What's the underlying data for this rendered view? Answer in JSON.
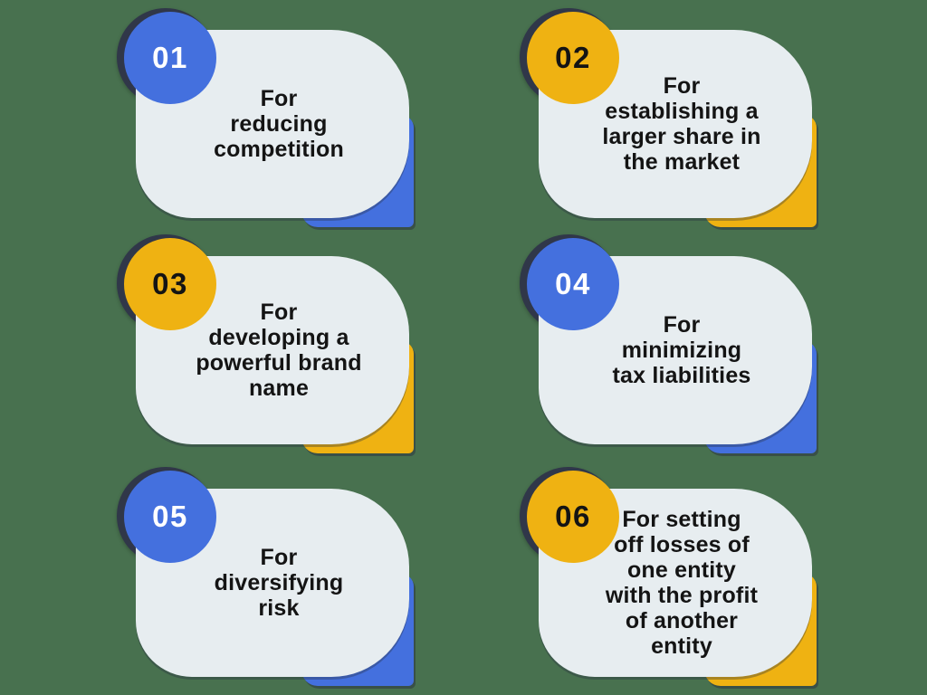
{
  "palette": {
    "background": "#48714F",
    "blue": "#4470DE",
    "yellow": "#EFB212",
    "bubble": "#E7EDF0",
    "dark": "#303749",
    "text": "#141414",
    "number_on_blue": "#FFFFFF",
    "number_on_yellow": "#141414"
  },
  "items": [
    {
      "number": "01",
      "theme": "blue",
      "text": "For\nreducing\ncompetition"
    },
    {
      "number": "02",
      "theme": "yellow",
      "text": "For\nestablishing a\nlarger share in\nthe market"
    },
    {
      "number": "03",
      "theme": "yellow",
      "text": "For\ndeveloping a\npowerful brand\nname"
    },
    {
      "number": "04",
      "theme": "blue",
      "text": "For\nminimizing\ntax liabilities"
    },
    {
      "number": "05",
      "theme": "blue",
      "text": "For\ndiversifying\nrisk"
    },
    {
      "number": "06",
      "theme": "yellow",
      "text": "For setting\noff losses of\none entity\nwith the profit\nof another\nentity"
    }
  ]
}
